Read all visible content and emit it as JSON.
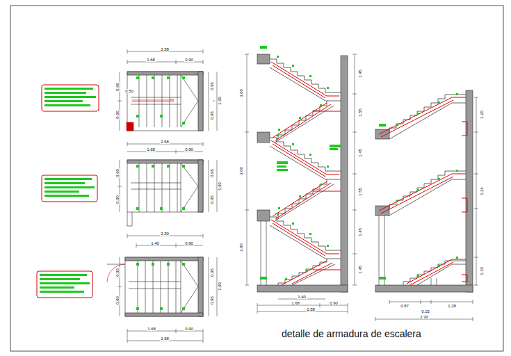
{
  "diagram": {
    "caption": "detalle de armadura de escalera",
    "labels": [
      "2.58",
      "1.68",
      "0.90",
      "0.90",
      "0.50",
      "0.90",
      "0.95",
      "0.95",
      "1.90",
      "2.58",
      "1.68",
      "0.90",
      "0.90",
      "0.90",
      "0.95",
      "0.95",
      "1.90",
      "2.30",
      "1.40",
      "0.90",
      "0.90",
      "0.90",
      "0.95",
      "0.95",
      "1.90",
      "1.68",
      "0.90",
      "2.58",
      "3.00",
      "3.00",
      "2.80",
      "1.45",
      "1.55",
      "1.45",
      "1.55",
      "1.45",
      "1.45",
      "1.40",
      "1.68",
      "0.90",
      "2.58",
      "1.20",
      "1.24",
      "1.10",
      "0.87",
      "1.28",
      "0.15",
      "2.30"
    ]
  }
}
